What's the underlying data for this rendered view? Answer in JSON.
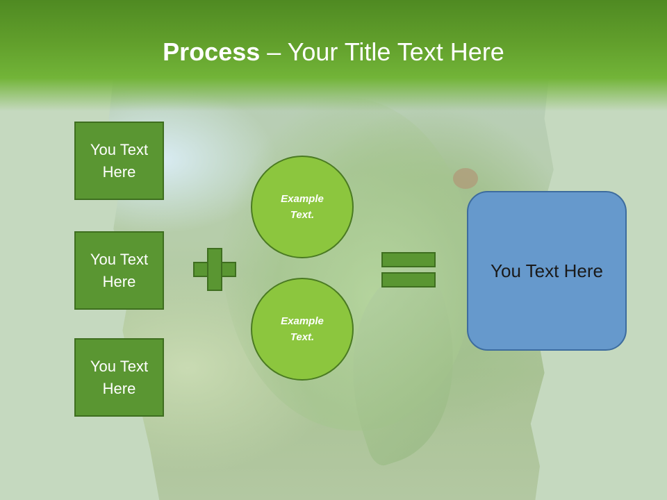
{
  "slide": {
    "title_bold": "Process",
    "title_dash": " – ",
    "title_rest": "Your Title Text Here"
  },
  "left_boxes": [
    {
      "label": "You Text Here"
    },
    {
      "label": "You Text Here"
    },
    {
      "label": "You Text Here"
    }
  ],
  "circles": [
    {
      "label": "Example Text."
    },
    {
      "label": "Example Text."
    }
  ],
  "result_box": {
    "label": "You Text Here"
  },
  "colors": {
    "header_green": "#62a02c",
    "box_green": "#5a9632",
    "circle_green": "#8cc63e",
    "result_blue": "#6699cc",
    "background": "#c5d9bf"
  },
  "icons": {
    "operator_plus": "plus-icon",
    "operator_equals": "equals-icon"
  }
}
